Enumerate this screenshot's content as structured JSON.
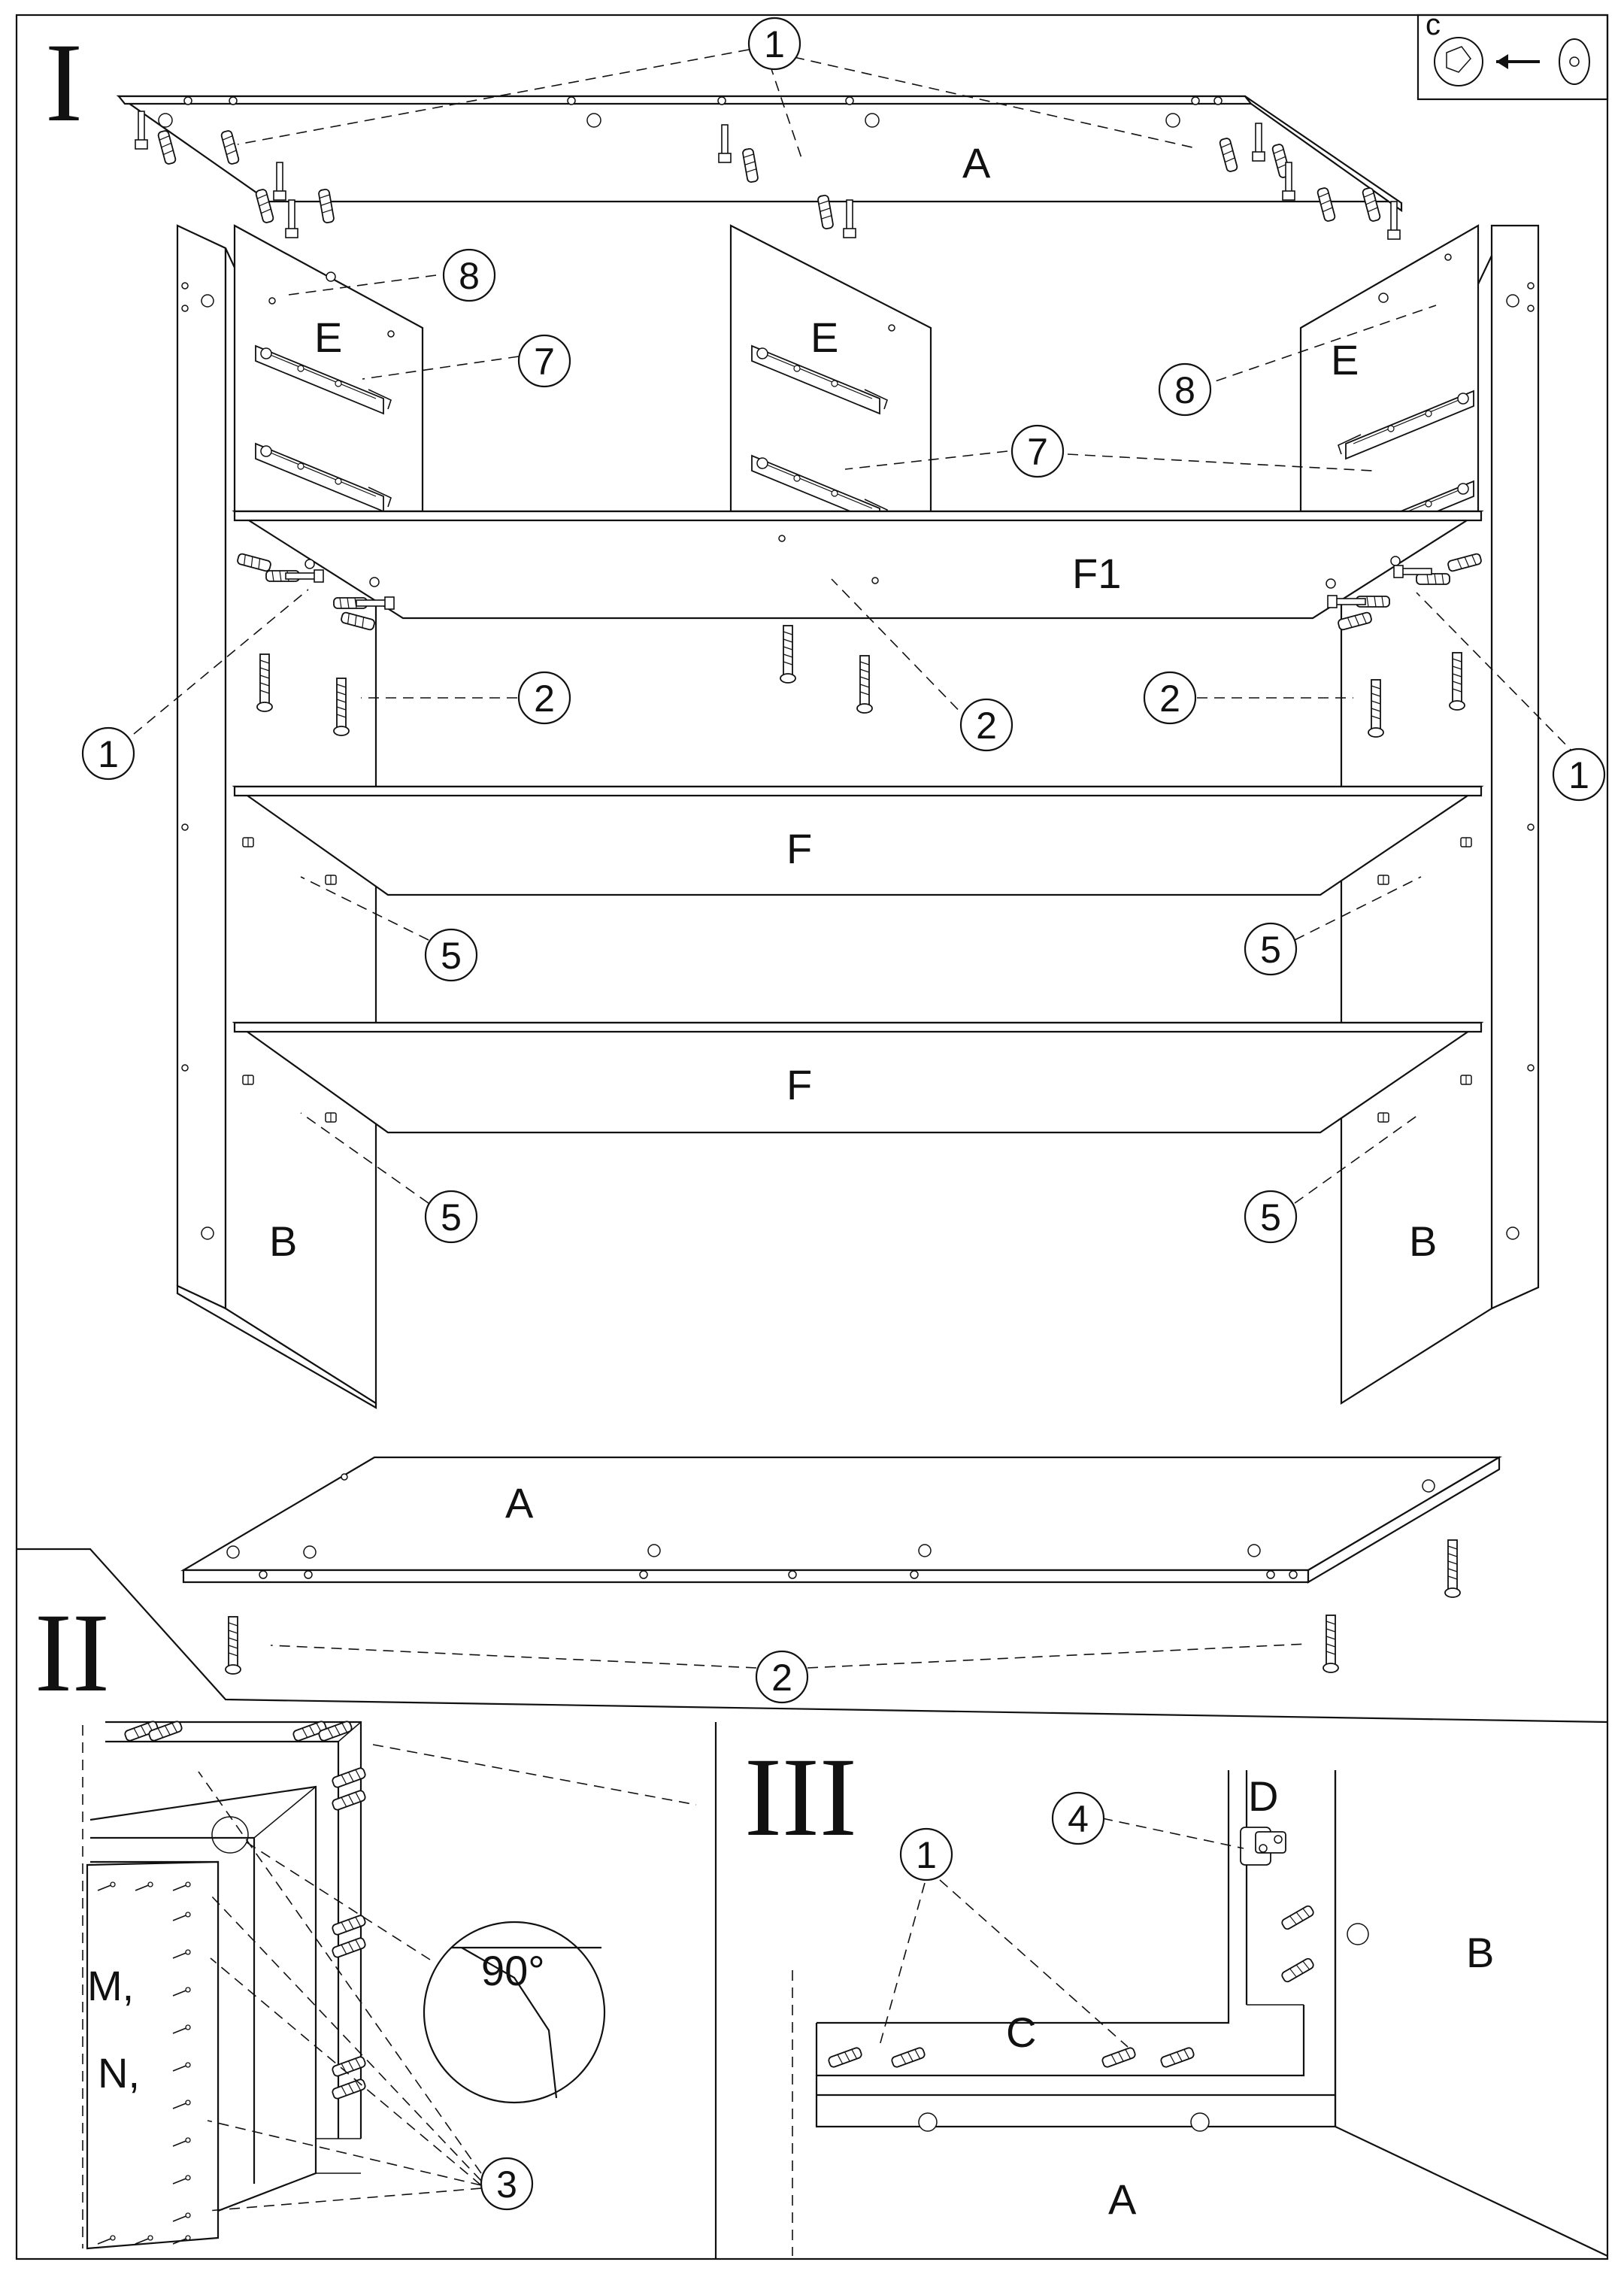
{
  "steps": {
    "step1": "I",
    "step2": "II",
    "step3": "III"
  },
  "parts": {
    "top_panel": "A",
    "bottom_panel": "A",
    "step3_bottom": "A",
    "side_left": "B",
    "side_right": "B",
    "step3_side": "B",
    "divider_left": "E",
    "divider_center": "E",
    "divider_right": "E",
    "shelf_top": "F1",
    "shelf_mid": "F",
    "shelf_low": "F",
    "step3_plinth": "C",
    "step3_door": "D",
    "back_panel_line1": "M,",
    "back_panel_line2": "N,"
  },
  "callouts": {
    "c1_top": "1",
    "c8_left": "8",
    "c7_left": "7",
    "c8_right": "8",
    "c7_center": "7",
    "c1_left": "1",
    "c1_right": "1",
    "c2_left": "2",
    "c2_center": "2",
    "c2_right": "2",
    "c5_a": "5",
    "c5_b": "5",
    "c5_c": "5",
    "c5_d": "5",
    "c2_bottom": "2",
    "c3": "3",
    "c1_step3": "1",
    "c4": "4"
  },
  "angle_label": "90°",
  "inset_label": "c",
  "icons": {
    "inset_arrow": "arrow-left-icon",
    "cam_lock": "cam-lock-icon",
    "washer": "washer-icon",
    "hinge": "hinge-icon",
    "runner": "drawer-runner-icon",
    "screw": "screw-icon",
    "dowel": "dowel-icon",
    "nail": "nail-icon"
  }
}
